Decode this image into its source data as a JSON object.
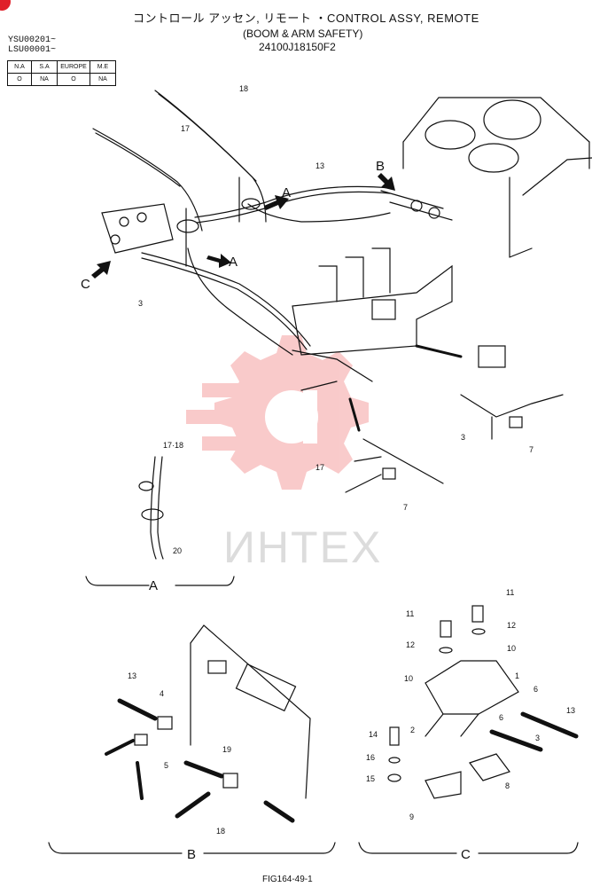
{
  "header": {
    "title_jp": "コントロール アッセン, リモート ・CONTROL ASSY, REMOTE",
    "title_en": "(BOOM & ARM SAFETY)",
    "part_number": "24100J18150F2",
    "serial_1": "YSU00201~",
    "serial_2": "LSU00001~"
  },
  "market_table": {
    "headers": [
      "N.A",
      "S.A",
      "EUROPE",
      "M.E"
    ],
    "values": [
      "O",
      "NA",
      "O",
      "NA"
    ]
  },
  "callouts": {
    "c18": "18",
    "c17": "17",
    "c13": "13",
    "c3": "3",
    "arrowA1": "A",
    "arrowA2": "A",
    "arrowB": "B",
    "arrowC": "C",
    "d3": "3",
    "d7a": "7",
    "d17": "17",
    "d7b": "7",
    "a1718": "17·18",
    "a20": "20",
    "b13": "13",
    "b4": "4",
    "b5": "5",
    "b19": "19",
    "b18": "18",
    "c11a": "11",
    "c11b": "11",
    "c12a": "12",
    "c12b": "12",
    "c10a": "10",
    "c10b": "10",
    "c1": "1",
    "c6a": "6",
    "c6b": "6",
    "c13b": "13",
    "c2": "2",
    "c3b": "3",
    "c14": "14",
    "c16": "16",
    "c15": "15",
    "c8": "8",
    "c9": "9"
  },
  "detail_labels": {
    "A": "A",
    "B": "B",
    "C": "C"
  },
  "watermark": "ИНТЕХ",
  "figure_id": "FIG164-49-1",
  "colors": {
    "ink": "#111111",
    "watermark": "#f28c8c",
    "corner": "#e0202a"
  }
}
